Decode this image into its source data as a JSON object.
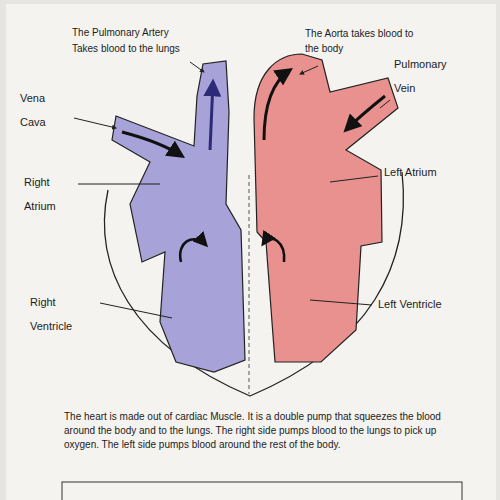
{
  "diagram": {
    "labels": [
      "The Pulmonary Artery",
      "Takes blood to the lungs",
      "The Aorta takes blood to the body",
      "Pulmonary Vein",
      "Vena Cava",
      "Right Atrium",
      "Left Atrium",
      "Right Ventricle",
      "Left Ventricle",
      "The heart is made out of cardiac Muscle. It is a double pump that squeezes the blood around the body and to the lungs. The right side pumps blood to the lungs to pick up oxygen. The left side pumps blood around the rest of the body."
    ]
  }
}
